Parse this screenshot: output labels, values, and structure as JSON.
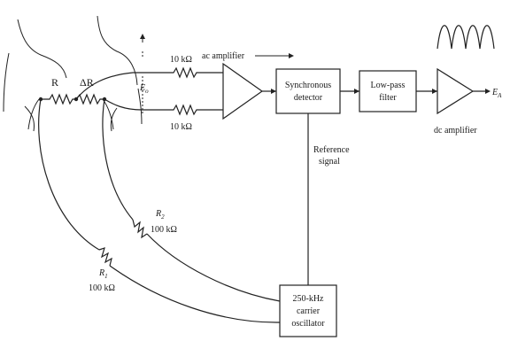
{
  "labels": {
    "r": "R",
    "delta_r": "ΔR",
    "e_o": "E",
    "e_o_sub": "o",
    "res_top": "10 kΩ",
    "res_bottom": "10 kΩ",
    "ac_amplifier": "ac amplifier",
    "sync_line1": "Synchronous",
    "sync_line2": "detector",
    "lowpass_line1": "Low-pass",
    "lowpass_line2": "filter",
    "dc_amplifier": "dc amplifier",
    "e_out": "E",
    "e_out_sub": "A",
    "ref_line1": "Reference",
    "ref_line2": "signal",
    "r2_label": "R",
    "r2_sub": "2",
    "r2_value": "100 kΩ",
    "r1_label": "R",
    "r1_sub": "1",
    "r1_value": "100 kΩ",
    "osc_line1": "250-kHz",
    "osc_line2": "carrier",
    "osc_line3": "oscillator"
  }
}
